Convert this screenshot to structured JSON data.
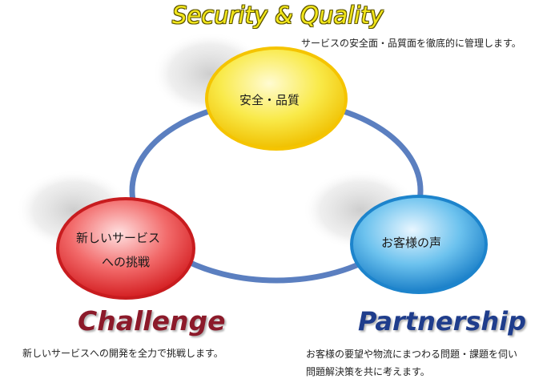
{
  "security": {
    "heading": "Security & Quality",
    "description": "サービスの安全面・品質面を徹底的に管理します。",
    "node_label": "安全・品質",
    "color": "#f7e21a"
  },
  "challenge": {
    "heading": "Challenge",
    "description": "新しいサービスへの開発を全力で挑戦します。",
    "node_label_line1": "新しいサービス",
    "node_label_line2": "への挑戦",
    "color": "#e8282b"
  },
  "partnership": {
    "heading": "Partnership",
    "description_line1": "お客様の要望や物流にまつわる問題・課題を伺い",
    "description_line2": "問題解決策を共に考えます。",
    "node_label": "お客様の声",
    "color": "#2a8fd6"
  },
  "connector_color": "#5b7fc0"
}
